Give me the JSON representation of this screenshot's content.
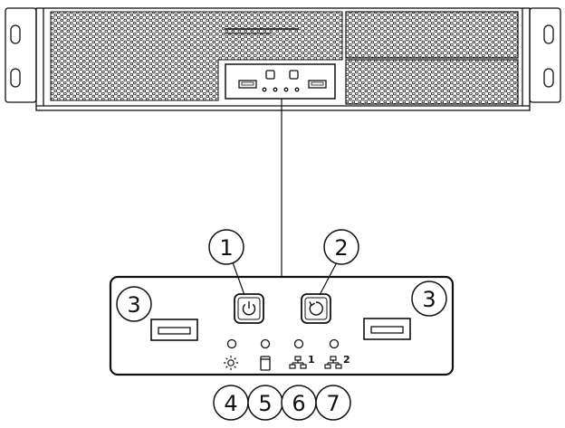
{
  "colors": {
    "line": "#111111",
    "background": "#ffffff"
  },
  "callouts": {
    "power": "1",
    "reset": "2",
    "usb_left": "3",
    "usb_right": "3",
    "power_led": "4",
    "hdd_led": "5",
    "lan1_led": "6",
    "lan2_led": "7"
  },
  "lan_labels": {
    "lan1": "1",
    "lan2": "2"
  },
  "icons": {
    "power_button": "power-icon",
    "reset_button": "reset-icon",
    "power_led": "sun-icon",
    "hdd_led": "drive-icon",
    "lan_led": "network-icon"
  }
}
